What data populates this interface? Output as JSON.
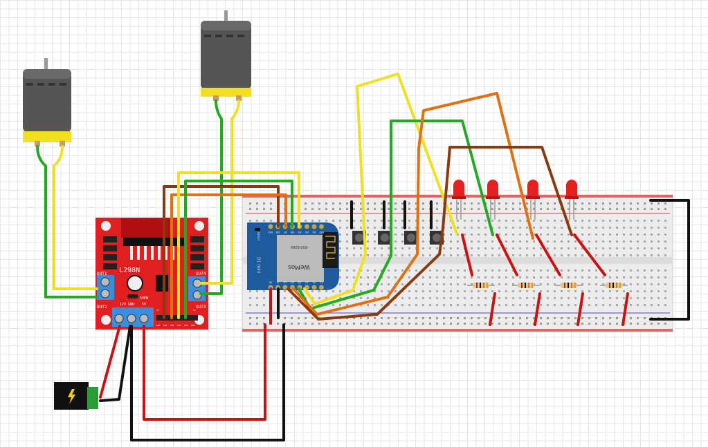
{
  "l298n": {
    "title": "L298N",
    "out1": "OUT1",
    "out2": "OUT2",
    "out3": "OUT3",
    "out4": "OUT4",
    "jumper": "5VEN",
    "v12": "12V",
    "gnd": "GND",
    "v5": "5V",
    "header": [
      "ENA",
      "IN1",
      "IN2",
      "IN3",
      "IN4",
      "ENB"
    ],
    "hdr5v_l": "5V",
    "hdr5v_r": "5V"
  },
  "wemos": {
    "brand": "WeMos",
    "model": "D1 mini",
    "reset": "RESET",
    "top_pins": [
      "3V3",
      "D8",
      "D7",
      "D6",
      "D5",
      "D0",
      "A0",
      "RST"
    ],
    "bottom_pins": [
      "5V",
      "G",
      "D4",
      "D3",
      "D2",
      "D1",
      "Rx",
      "Tx"
    ],
    "module_text": "ESP-8266"
  },
  "colors": {
    "red": "#cc1111",
    "green": "#22aa22",
    "yellow": "#f0e020",
    "orange": "#e07010",
    "brown": "#8a3a10",
    "black": "#111111"
  },
  "power_jack": {
    "icon": "lightning-icon"
  }
}
